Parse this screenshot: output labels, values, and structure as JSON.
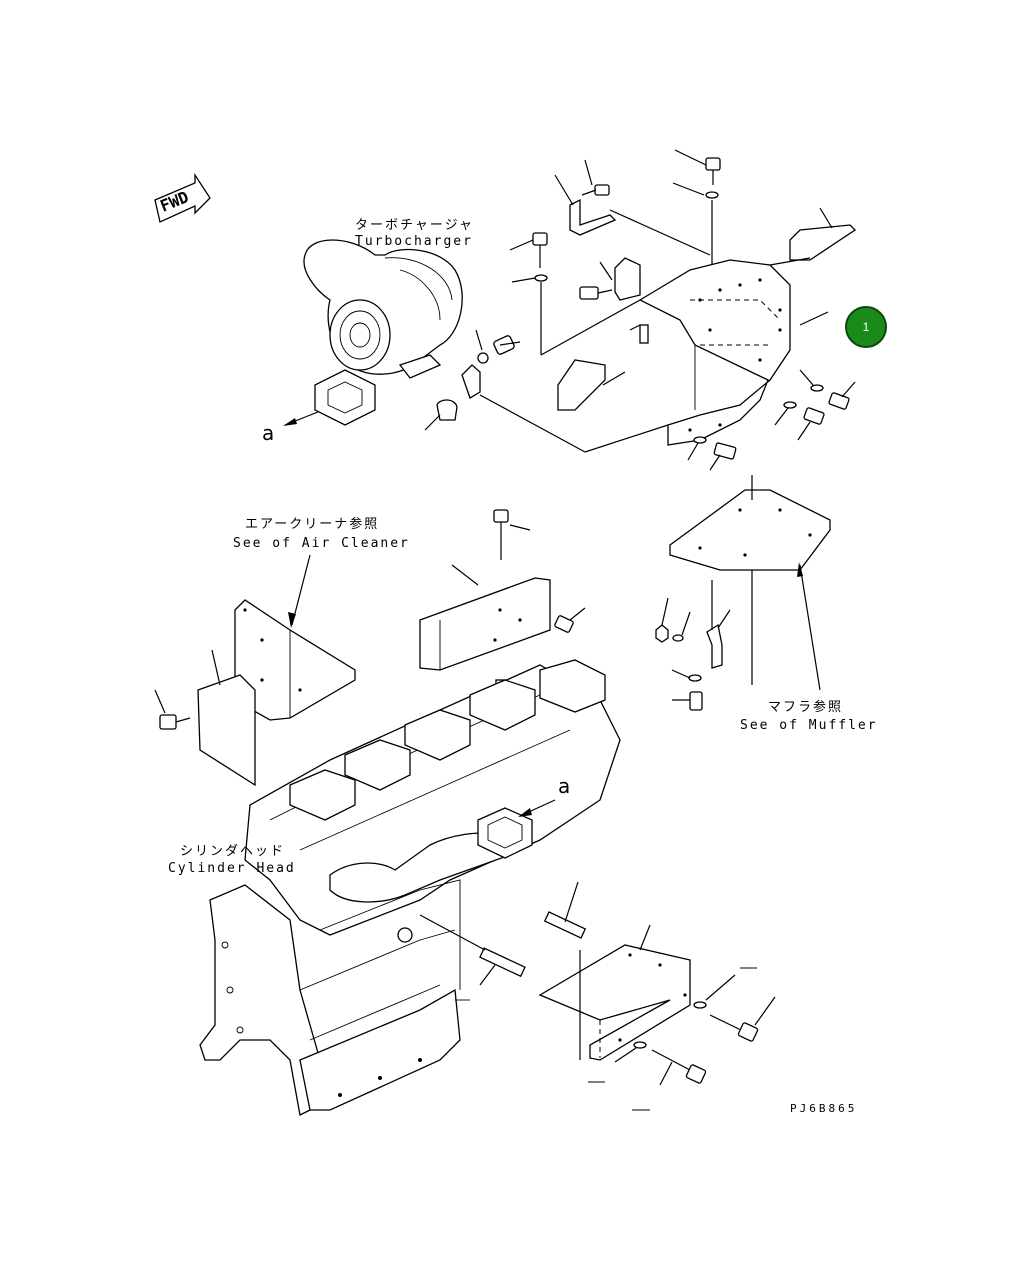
{
  "labels": {
    "turbo_jp": "ターボチャージャ",
    "turbo_en": "Turbocharger",
    "aircleaner_jp": "エアークリーナ参照",
    "aircleaner_en": "See of Air Cleaner",
    "muffler_jp": "マフラ参照",
    "muffler_en": "See of Muffler",
    "cylhead_jp": "シリンダヘッド",
    "cylhead_en": "Cylinder Head",
    "ref_a_top": "a",
    "ref_a_mid": "a",
    "fwd": "FWD",
    "drawing_code": "PJ6B865"
  },
  "callout": {
    "number": "1",
    "color": "#1a8a1a"
  },
  "colors": {
    "line": "#000000",
    "background": "#ffffff"
  }
}
